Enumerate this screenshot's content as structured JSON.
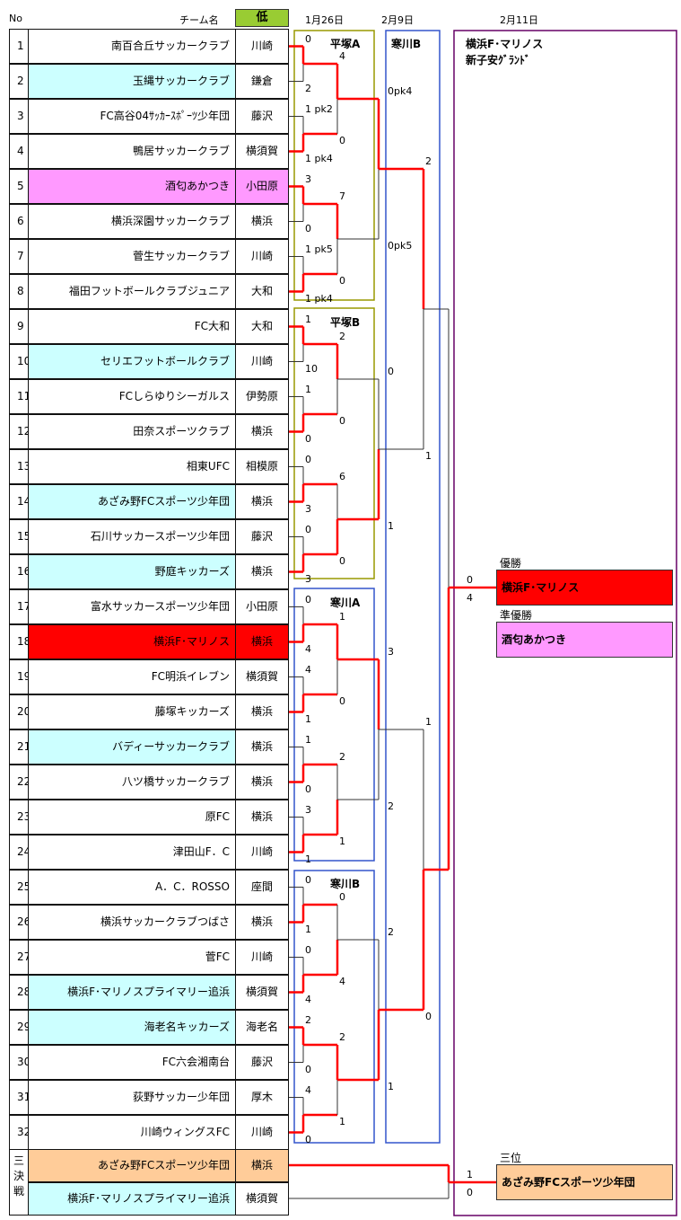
{
  "header": {
    "no_label": "No",
    "team_label": "チーム名",
    "grade": "低",
    "date_r1": "1月26日",
    "date_r2": "2月9日",
    "date_final": "2月11日"
  },
  "teams": [
    {
      "no": "1",
      "name": "南百合丘サッカークラブ",
      "area": "川崎",
      "color": "#ffffff"
    },
    {
      "no": "2",
      "name": "玉縄サッカークラブ",
      "area": "鎌倉",
      "color": "#ccffff"
    },
    {
      "no": "3",
      "name": "FC高谷04ｻｯｶｰｽﾎﾟｰﾂ少年団",
      "area": "藤沢",
      "color": "#ffffff"
    },
    {
      "no": "4",
      "name": "鴨居サッカークラブ",
      "area": "横須賀",
      "color": "#ffffff"
    },
    {
      "no": "5",
      "name": "酒匂あかつき",
      "area": "小田原",
      "color": "#ff99ff"
    },
    {
      "no": "6",
      "name": "横浜深園サッカークラブ",
      "area": "横浜",
      "color": "#ffffff"
    },
    {
      "no": "7",
      "name": "菅生サッカークラブ",
      "area": "川崎",
      "color": "#ffffff"
    },
    {
      "no": "8",
      "name": "福田フットボールクラブジュニア",
      "area": "大和",
      "color": "#ffffff"
    },
    {
      "no": "9",
      "name": "FC大和",
      "area": "大和",
      "color": "#ffffff"
    },
    {
      "no": "10",
      "name": "セリエフットボールクラブ",
      "area": "川崎",
      "color": "#ccffff"
    },
    {
      "no": "11",
      "name": "FCしらゆりシーガルス",
      "area": "伊勢原",
      "color": "#ffffff"
    },
    {
      "no": "12",
      "name": "田奈スポーツクラブ",
      "area": "横浜",
      "color": "#ffffff"
    },
    {
      "no": "13",
      "name": "相東UFC",
      "area": "相模原",
      "color": "#ffffff"
    },
    {
      "no": "14",
      "name": "あざみ野FCスポーツ少年団",
      "area": "横浜",
      "color": "#ccffff"
    },
    {
      "no": "15",
      "name": "石川サッカースポーツ少年団",
      "area": "藤沢",
      "color": "#ffffff"
    },
    {
      "no": "16",
      "name": "野庭キッカーズ",
      "area": "横浜",
      "color": "#ccffff"
    },
    {
      "no": "17",
      "name": "富水サッカースポーツ少年団",
      "area": "小田原",
      "color": "#ffffff"
    },
    {
      "no": "18",
      "name": "横浜F･マリノス",
      "area": "横浜",
      "color": "#ff0000"
    },
    {
      "no": "19",
      "name": "FC明浜イレブン",
      "area": "横須賀",
      "color": "#ffffff"
    },
    {
      "no": "20",
      "name": "藤塚キッカーズ",
      "area": "横浜",
      "color": "#ffffff"
    },
    {
      "no": "21",
      "name": "バディーサッカークラブ",
      "area": "横浜",
      "color": "#ccffff"
    },
    {
      "no": "22",
      "name": "八ツ橋サッカークラブ",
      "area": "横浜",
      "color": "#ffffff"
    },
    {
      "no": "23",
      "name": "原FC",
      "area": "横浜",
      "color": "#ffffff"
    },
    {
      "no": "24",
      "name": "津田山F．C",
      "area": "川崎",
      "color": "#ffffff"
    },
    {
      "no": "25",
      "name": "A．C．ROSSO",
      "area": "座間",
      "color": "#ffffff"
    },
    {
      "no": "26",
      "name": "横浜サッカークラブつばさ",
      "area": "横浜",
      "color": "#ffffff"
    },
    {
      "no": "27",
      "name": "菅FC",
      "area": "川崎",
      "color": "#ffffff"
    },
    {
      "no": "28",
      "name": "横浜F･マリノスプライマリー追浜",
      "area": "横須賀",
      "color": "#ccffff"
    },
    {
      "no": "29",
      "name": "海老名キッカーズ",
      "area": "海老名",
      "color": "#ccffff"
    },
    {
      "no": "30",
      "name": "FC六会湘南台",
      "area": "藤沢",
      "color": "#ffffff"
    },
    {
      "no": "31",
      "name": "荻野サッカー少年団",
      "area": "厚木",
      "color": "#ffffff"
    },
    {
      "no": "32",
      "name": "川崎ウィングスFC",
      "area": "川崎",
      "color": "#ffffff"
    }
  ],
  "third_place_match": {
    "label": "三決戦",
    "rows": [
      {
        "name": "あざみ野FCスポーツ少年団",
        "area": "横浜",
        "color": "#ffcc99"
      },
      {
        "name": "横浜F･マリノスプライマリー追浜",
        "area": "横須賀",
        "color": "#ccffff"
      }
    ]
  },
  "venues": {
    "hiratsuka_a": "平塚A",
    "hiratsuka_b": "平塚B",
    "samukawa_a": "寒川A",
    "samukawa_b_r1": "寒川B",
    "samukawa_b_r2": "寒川B",
    "final_line1": "横浜F･マリノス",
    "final_line2": "新子安ｸﾞﾗﾝﾄﾞ"
  },
  "venue_colors": {
    "hiratsuka": "#999900",
    "samukawa": "#3355cc",
    "final": "#660066"
  },
  "winner_line_color": "#ff0000",
  "scores": {
    "r1": [
      "0",
      "2",
      "1 pk2",
      "1 pk4",
      "3",
      "0",
      "1 pk5",
      "1 pk4",
      "1",
      "10",
      "1",
      "0",
      "0",
      "3",
      "0",
      "3",
      "0",
      "4",
      "4",
      "1",
      "1",
      "0",
      "3",
      "1",
      "0",
      "1",
      "0",
      "4",
      "2",
      "0",
      "4",
      "0"
    ],
    "r2": [
      "4",
      "0",
      "7",
      "0",
      "2",
      "0",
      "6",
      "0",
      "1",
      "0",
      "2",
      "1",
      "0",
      "4",
      "2",
      "1"
    ],
    "qf": [
      "0pk4",
      "0pk5",
      "0",
      "1",
      "3",
      "2",
      "2",
      "1"
    ],
    "sf": [
      "2",
      "1",
      "1",
      "0"
    ],
    "final": [
      "0",
      "4"
    ],
    "third": [
      "1",
      "0"
    ]
  },
  "results": {
    "champion_label": "優勝",
    "champion": "横浜F･マリノス",
    "champion_color": "#ff0000",
    "runner_up_label": "準優勝",
    "runner_up": "酒匂あかつき",
    "runner_up_color": "#ff99ff",
    "third_label": "三位",
    "third": "あざみ野FCスポーツ少年団",
    "third_color": "#ffcc99"
  }
}
